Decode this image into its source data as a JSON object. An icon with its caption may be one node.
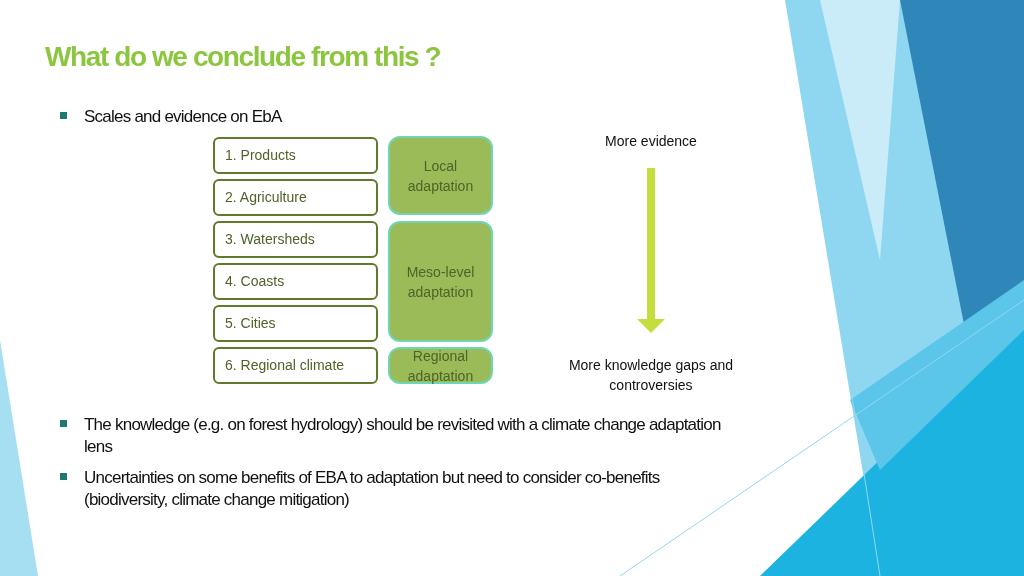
{
  "diagram": {
    "title": "What do we conclude from this ?",
    "nodes": [
      {
        "text": [
          "1. Products"
        ]
      },
      {
        "text": [
          "2. Agriculture"
        ]
      },
      {
        "text": [
          "3. Watersheds"
        ]
      },
      {
        "text": [
          "4. Coasts"
        ]
      },
      {
        "text": [
          "5. Cities"
        ]
      },
      {
        "text": [
          "6. Regional climate"
        ]
      },
      {
        "text": [
          "Local adaptation"
        ]
      },
      {
        "text": [
          "Meso-level adaptation"
        ]
      },
      {
        "text": [
          "Regional adaptation"
        ]
      },
      {
        "text": [
          "More evidence"
        ]
      },
      {
        "text": [
          "More knowledge gaps and controversies"
        ]
      }
    ],
    "edges": [
      {
        "from": 9,
        "to": 10,
        "arrow": "to",
        "color": "#c5de3e"
      }
    ],
    "labels": [
      "Scales and evidence on EbA",
      "The knowledge (e.g. on forest hydrology) should be revisited with a climate change adaptation lens",
      "Uncertainties on some benefits of EBA to adaptation but need to consider co-benefits (biodiversity, climate change mitigation)"
    ]
  }
}
